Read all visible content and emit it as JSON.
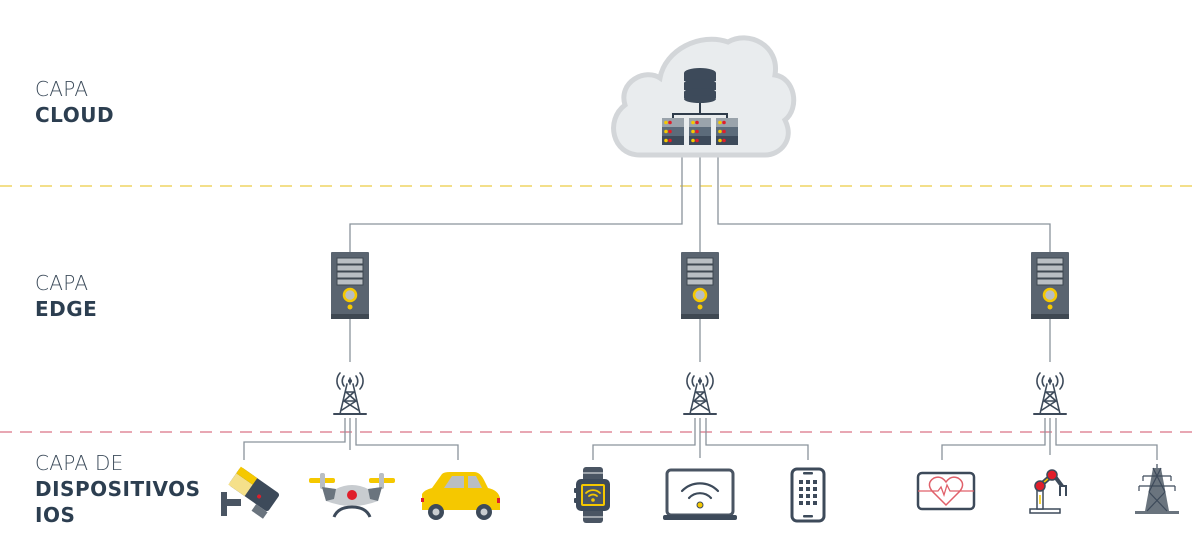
{
  "layers": {
    "cloud": {
      "prefix": "CAPA",
      "name": "CLOUD"
    },
    "edge": {
      "prefix": "CAPA",
      "name": "EDGE"
    },
    "devices": {
      "prefix": "CAPA DE",
      "name_line1": "DISPOSITIVOS",
      "name_line2": "IOS"
    }
  },
  "colors": {
    "dark": "#3d4a5a",
    "yellow": "#f5c800",
    "red": "#e01e2b",
    "gray": "#c8ccd0",
    "line": "#8a939c",
    "cloud_fill": "#e9ecee",
    "cloud_stroke": "#d3d6d9",
    "divider_cloud_edge": "#f3df8a",
    "divider_edge_devices": "#e08a9a"
  },
  "cloud": {
    "icon": "cloud-database-servers-icon"
  },
  "edge_nodes": [
    {
      "id": "edge-1",
      "icon": "edge-server-icon",
      "tower": "cell-tower-icon",
      "devices": [
        "security-camera-icon",
        "drone-icon",
        "car-icon"
      ]
    },
    {
      "id": "edge-2",
      "icon": "edge-server-icon",
      "tower": "cell-tower-icon",
      "devices": [
        "smartwatch-icon",
        "laptop-wifi-icon",
        "smartphone-icon"
      ]
    },
    {
      "id": "edge-3",
      "icon": "edge-server-icon",
      "tower": "cell-tower-icon",
      "devices": [
        "heart-monitor-icon",
        "robotic-arm-icon",
        "power-pylon-icon"
      ]
    }
  ]
}
